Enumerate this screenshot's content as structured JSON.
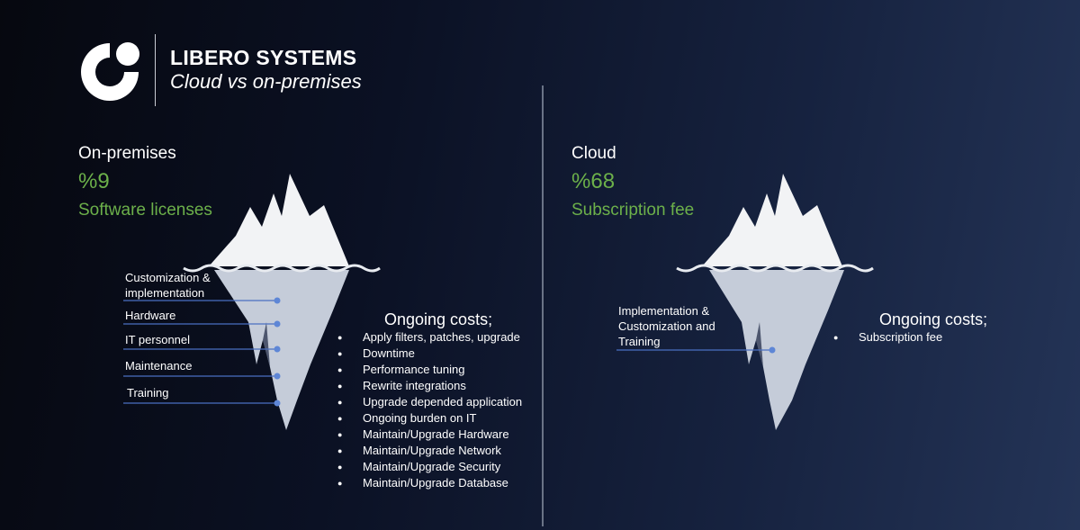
{
  "header": {
    "brand_name": "LIBERO SYSTEMS",
    "subtitle": "Cloud vs on-premises",
    "logo_icon": "libero-logo-icon"
  },
  "colors": {
    "accent_green": "#6cb04a",
    "ice": "#c5ccd9",
    "connector": "#4a6fc2",
    "dot": "#5e86d6"
  },
  "on_premises": {
    "title": "On-premises",
    "percent": "%9",
    "visible_cost": "Software licenses",
    "hidden_items": [
      "Customization &\nimplementation",
      "Hardware",
      "IT personnel",
      "Maintenance",
      "Training"
    ],
    "ongoing_title": "Ongoing costs;",
    "ongoing_items": [
      "Apply filters, patches, upgrade",
      "Downtime",
      "Performance tuning",
      "Rewrite integrations",
      "Upgrade depended application",
      "Ongoing burden on IT",
      "Maintain/Upgrade Hardware",
      "Maintain/Upgrade Network",
      "Maintain/Upgrade Security",
      "Maintain/Upgrade Database"
    ]
  },
  "cloud": {
    "title": "Cloud",
    "percent": "%68",
    "visible_cost": "Subscription fee",
    "hidden_items": [
      "Implementation &\nCustomization and\nTraining"
    ],
    "ongoing_title": "Ongoing costs;",
    "ongoing_items": [
      "Subscription fee"
    ]
  }
}
